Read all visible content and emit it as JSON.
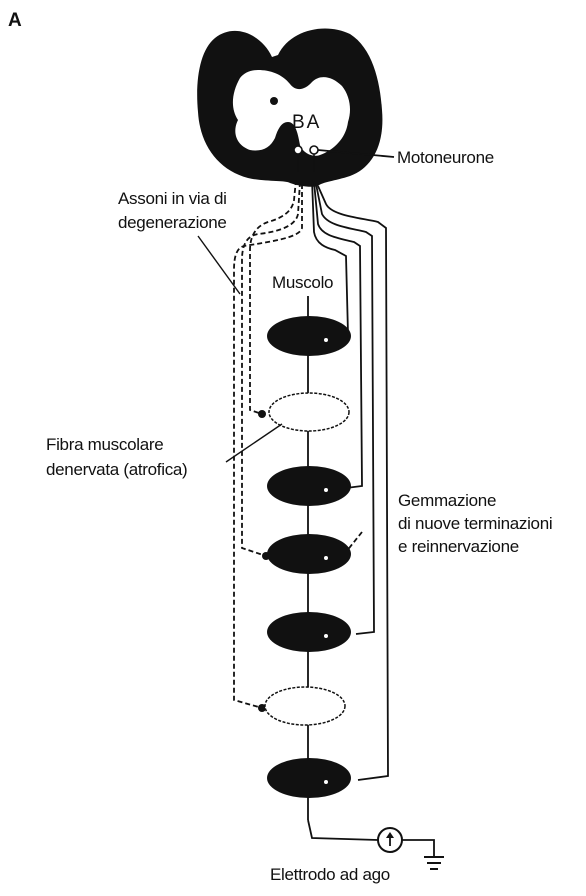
{
  "figure": {
    "panel_label": "A",
    "spinal_cord_neurons": "BA",
    "labels": {
      "motoneurone": "Motoneurone",
      "axons_line1": "Assoni in via di",
      "axons_line2": "degenerazione",
      "muscle": "Muscolo",
      "denervated_line1": "Fibra muscolare",
      "denervated_line2": "denervata (atrofica)",
      "sprouting_line1": "Gemmazione",
      "sprouting_line2": "di nuove terminazioni",
      "sprouting_line3": "e reinnervazione",
      "electrode": "Elettrodo ad ago"
    },
    "colors": {
      "ink": "#111111",
      "background": "#ffffff"
    }
  }
}
